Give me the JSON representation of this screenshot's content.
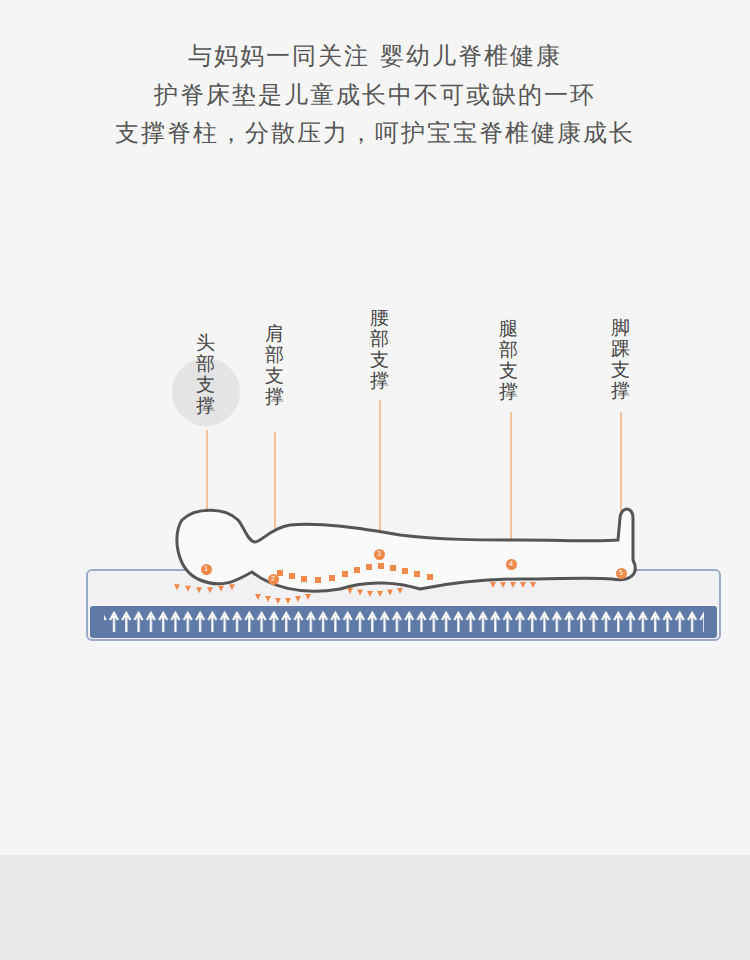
{
  "diagram": {
    "title": "与妈妈一同关注 婴幼儿脊椎健康",
    "nodes": [
      {
        "text": [
          "1"
        ]
      },
      {
        "text": [
          "2"
        ]
      },
      {
        "text": [
          "3"
        ]
      },
      {
        "text": [
          "4"
        ]
      },
      {
        "text": [
          "5"
        ]
      }
    ],
    "labels": [
      "护脊床垫是儿童成长中不可或缺的一环",
      "支撑脊柱，分散压力，呵护宝宝脊椎健康成长",
      "头部支撑",
      "肩部支撑",
      "腰部支撑",
      "腿部支撑",
      "脚踝支撑"
    ]
  }
}
